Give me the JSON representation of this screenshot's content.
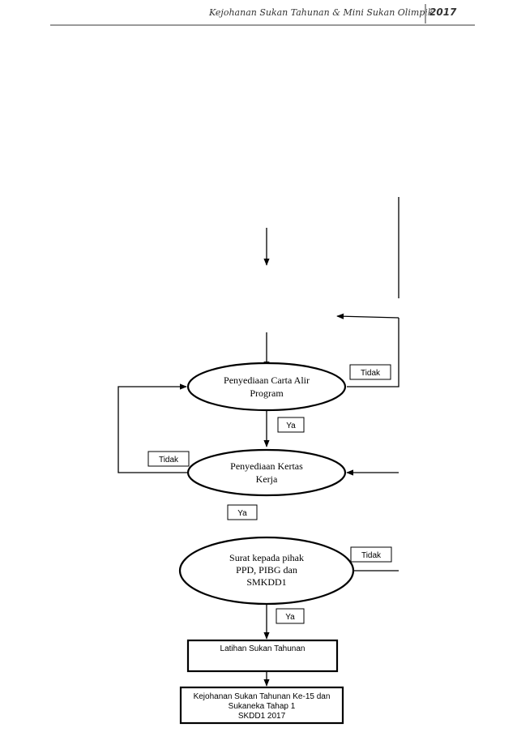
{
  "header": {
    "title": "Kejohanan Sukan Tahunan & Mini  Sukan Olimpik",
    "year": "2017"
  },
  "flowchart": {
    "nodes": {
      "carta_alir": {
        "line1": "Penyediaan Carta Alir",
        "line2": "Program"
      },
      "kertas_kerja": {
        "line1": "Penyediaan Kertas",
        "line2": "Kerja"
      },
      "surat": {
        "line1": "Surat kepada pihak",
        "line2": "PPD, PIBG dan",
        "line3": "SMKDD1"
      },
      "latihan": {
        "line1": "Latihan Sukan Tahunan"
      },
      "kejohanan": {
        "line1": "Kejohanan Sukan Tahunan Ke-15 dan",
        "line2": "Sukaneka Tahap 1",
        "line3": "SKDD1 2017"
      }
    },
    "labels": {
      "tidak_1": "Tidak",
      "ya_1": "Ya",
      "tidak_2": "Tidak",
      "ya_2": "Ya",
      "tidak_3": "Tidak",
      "ya_3": "Ya"
    }
  }
}
